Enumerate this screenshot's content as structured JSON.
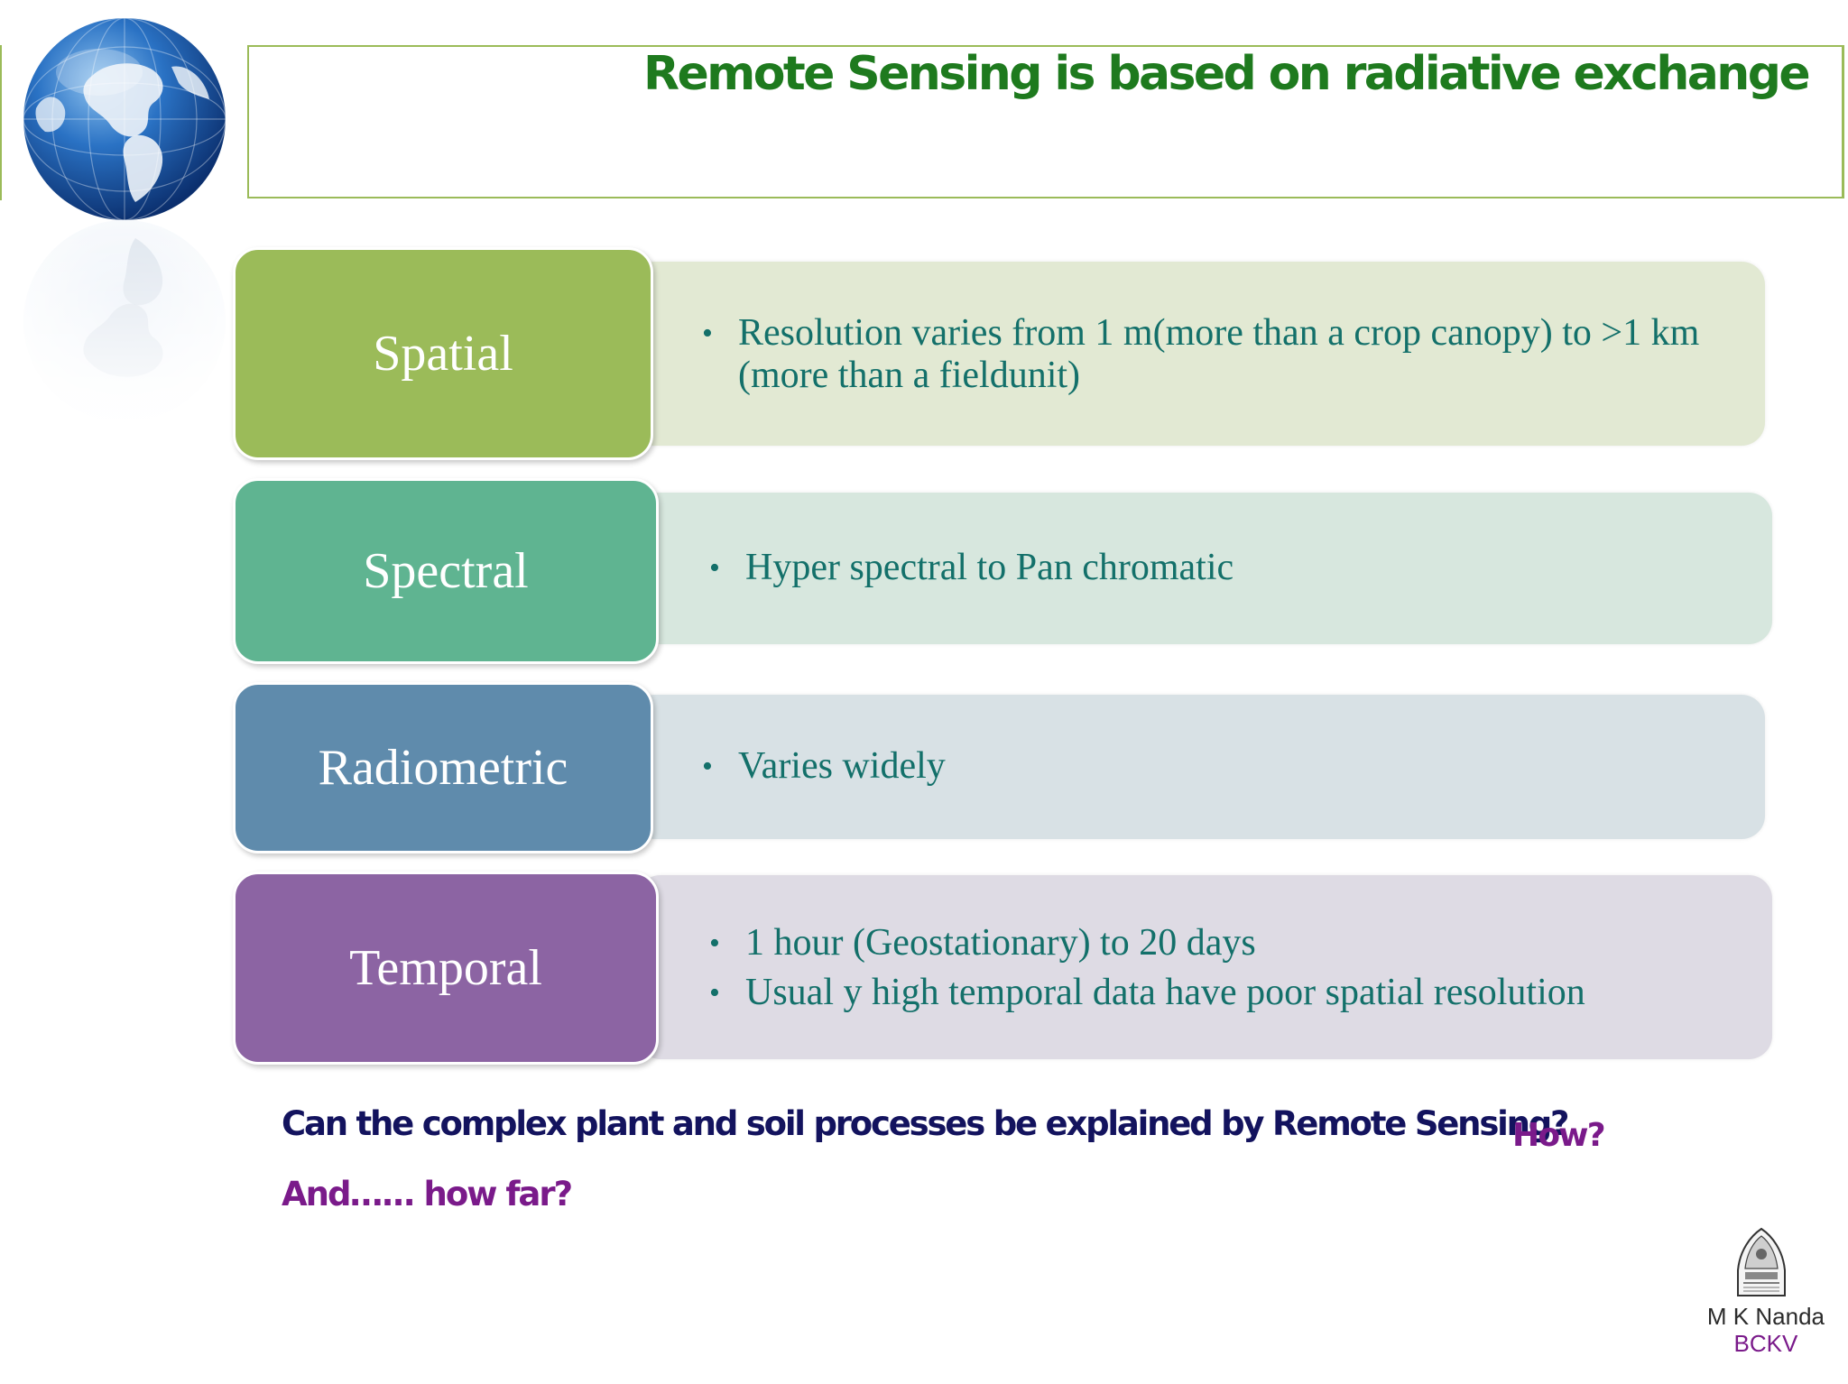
{
  "slide": {
    "title": "Remote Sensing is based on radiative exchange"
  },
  "rows": [
    {
      "label": "Spatial",
      "label_color": "#9bbb59",
      "panel_color": "#e2e9d3",
      "bullets": [
        "Resolution varies from 1 m(more than a crop canopy) to >1 km (more than a fieldunit)"
      ]
    },
    {
      "label": "Spectral",
      "label_color": "#5fb491",
      "panel_color": "#d7e7de",
      "bullets": [
        "Hyper spectral to Pan chromatic"
      ]
    },
    {
      "label": "Radiometric",
      "label_color": "#5f8bac",
      "panel_color": "#d8e1e5",
      "bullets": [
        "Varies widely"
      ]
    },
    {
      "label": "Temporal",
      "label_color": "#8c64a3",
      "panel_color": "#dedbe4",
      "bullets": [
        "1 hour (Geostationary) to 20 days",
        "Usual y high temporal data have poor spatial resolution"
      ]
    }
  ],
  "footer": {
    "question": "Can the complex plant and soil processes be explained by Remote Sensing?",
    "how": "How?",
    "how_far": "And…... how far?",
    "author": "M K Nanda",
    "institution": "BCKV"
  },
  "icons": {
    "globe": "globe-icon",
    "logo": "university-seal-icon"
  },
  "colors": {
    "accent": "#9bbb59",
    "title": "#1e7a1e",
    "bullet_text": "#13706a",
    "question": "#13135e",
    "emphasis": "#7a1a8a"
  }
}
